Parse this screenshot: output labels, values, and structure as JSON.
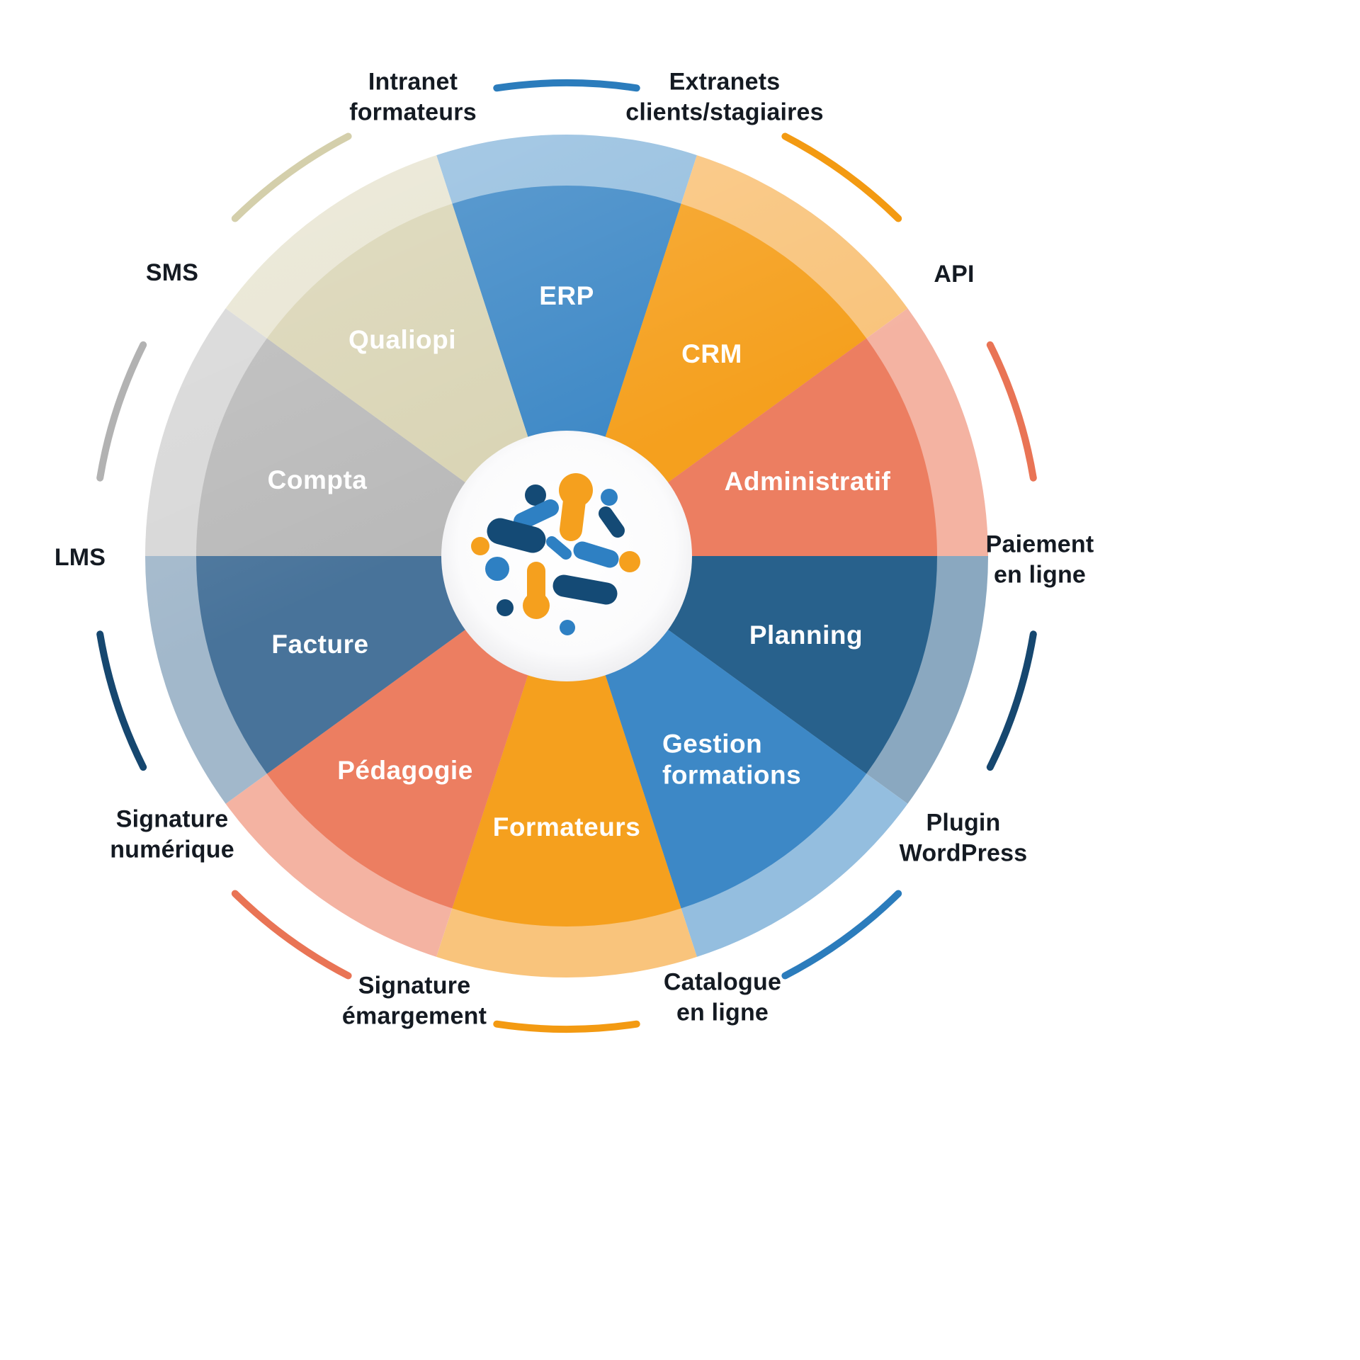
{
  "palette": {
    "background": "#ffffff",
    "ink": "#141a22",
    "navy": "#144a75",
    "blue": "#2e80c3",
    "orange": "#f5a01e"
  },
  "diagram": {
    "center_logo_icon": "molecule-network-icon",
    "segments": [
      {
        "name": "erp",
        "line1": "ERP",
        "line2": "",
        "fill": "#3d88c6",
        "rim": "#94bedf",
        "arc": "#2b7cbc"
      },
      {
        "name": "crm",
        "line1": "CRM",
        "line2": "",
        "fill": "#f5a01e",
        "rim": "#f9c47c",
        "arc": "#f39a12"
      },
      {
        "name": "administratif",
        "line1": "Administratif",
        "line2": "",
        "fill": "#ec7e61",
        "rim": "#f4b3a2",
        "arc": "#e97455"
      },
      {
        "name": "planning",
        "line1": "Planning",
        "line2": "",
        "fill": "#28618c",
        "rim": "#8aa8c0",
        "arc": "#16476f"
      },
      {
        "name": "gestion-formations",
        "line1": "Gestion",
        "line2": "formations",
        "fill": "#3d88c6",
        "rim": "#94bedf",
        "arc": "#2b7cbc"
      },
      {
        "name": "formateurs",
        "line1": "Formateurs",
        "line2": "",
        "fill": "#f5a01e",
        "rim": "#f9c47c",
        "arc": "#f39a12"
      },
      {
        "name": "pedagogie",
        "line1": "Pédagogie",
        "line2": "",
        "fill": "#ec7e61",
        "rim": "#f4b3a2",
        "arc": "#e97455"
      },
      {
        "name": "facture",
        "line1": "Facture",
        "line2": "",
        "fill": "#48739a",
        "rim": "#a2b8cb",
        "arc": "#16476f"
      },
      {
        "name": "compta",
        "line1": "Compta",
        "line2": "",
        "fill": "#b9b9b9",
        "rim": "#d7d7d7",
        "arc": "#b2b2b2"
      },
      {
        "name": "qualiopi",
        "line1": "Qualiopi",
        "line2": "",
        "fill": "#d9d4b4",
        "rim": "#e8e5d2",
        "arc": "#d4cfab"
      }
    ],
    "outer_labels": [
      {
        "name": "intranet-formateurs",
        "line1": "Intranet",
        "line2": "formateurs"
      },
      {
        "name": "extranets-clients-stagiaires",
        "line1": "Extranets",
        "line2": "clients/stagiaires"
      },
      {
        "name": "api",
        "line1": "API",
        "line2": ""
      },
      {
        "name": "paiement-en-ligne",
        "line1": "Paiement",
        "line2": "en ligne"
      },
      {
        "name": "plugin-wordpress",
        "line1": "Plugin",
        "line2": "WordPress"
      },
      {
        "name": "catalogue-en-ligne",
        "line1": "Catalogue",
        "line2": "en ligne"
      },
      {
        "name": "signature-emargement",
        "line1": "Signature",
        "line2": "émargement"
      },
      {
        "name": "signature-numerique",
        "line1": "Signature",
        "line2": "numérique"
      },
      {
        "name": "lms",
        "line1": "LMS",
        "line2": ""
      },
      {
        "name": "sms",
        "line1": "SMS",
        "line2": ""
      }
    ]
  }
}
